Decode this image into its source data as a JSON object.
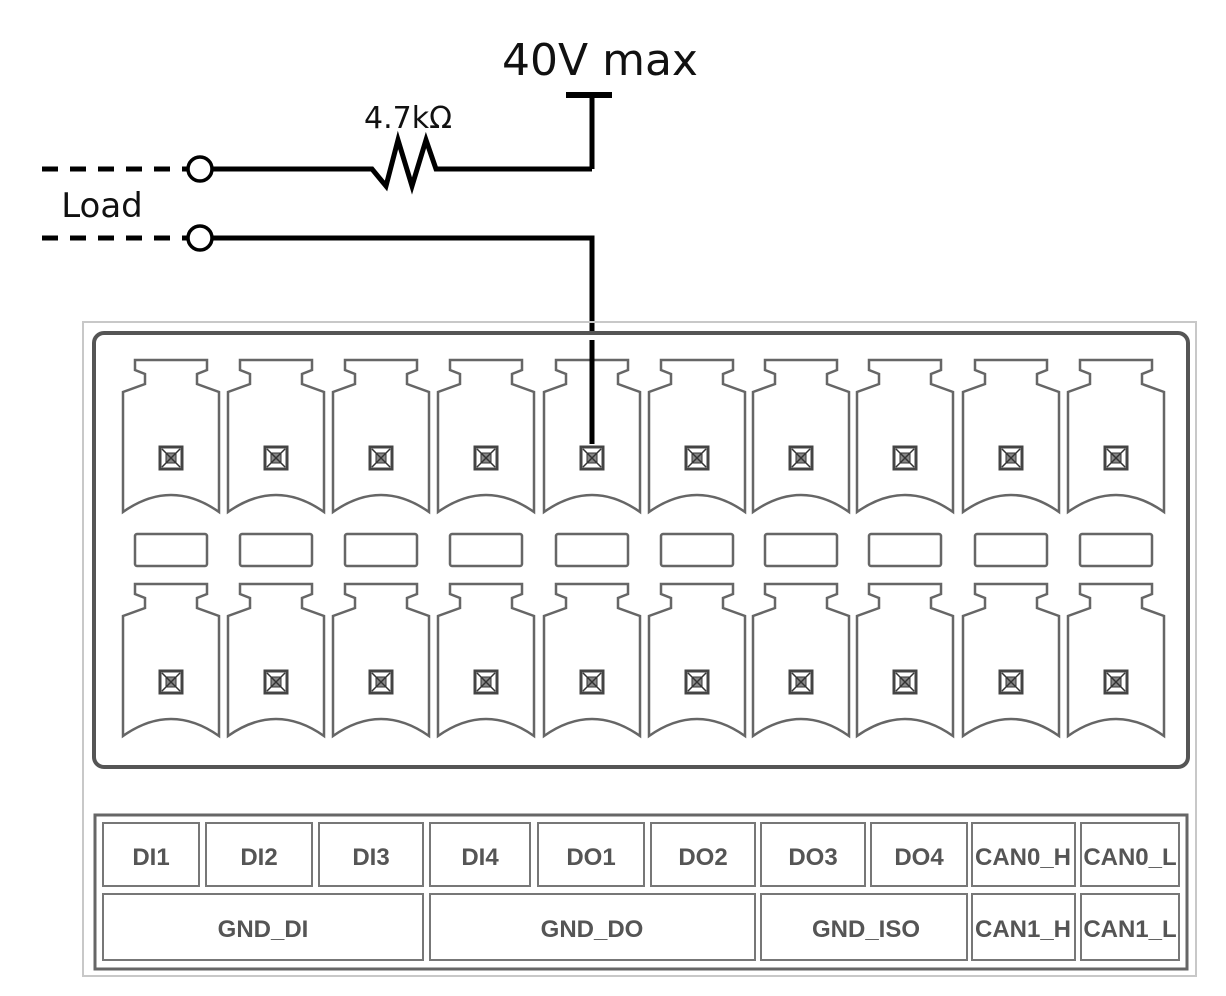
{
  "voltage_label": "40V max",
  "resistor_label": "4.7kΩ",
  "load_label": "Load",
  "pins_top_row": [
    "DI1",
    "DI2",
    "DI3",
    "DI4",
    "DO1",
    "DO2",
    "DO3",
    "DO4",
    "CAN0_H",
    "CAN0_L"
  ],
  "pins_bottom_row": [
    "GND_DI",
    "GND_DO",
    "GND_ISO",
    "CAN1_H",
    "CAN1_L"
  ],
  "connected_terminal": "DO1"
}
